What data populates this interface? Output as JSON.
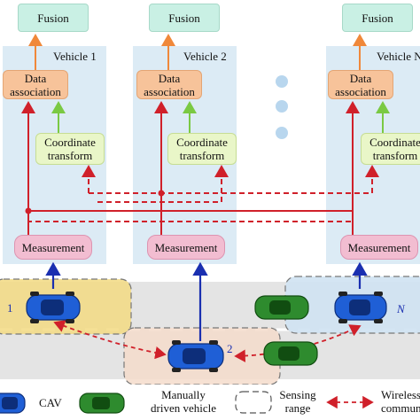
{
  "vehicles": [
    {
      "label": "Vehicle 1",
      "fusion": "Fusion",
      "association": "Data association",
      "transform": "Coordinate transform",
      "measurement": "Measurement"
    },
    {
      "label": "Vehicle 2",
      "fusion": "Fusion",
      "association": "Data association",
      "transform": "Coordinate transform",
      "measurement": "Measurement"
    },
    {
      "label": "Vehicle N",
      "fusion": "Fusion",
      "association": "Data association",
      "transform": "Coordinate transform",
      "measurement": "Measurement"
    }
  ],
  "road_labels": {
    "vehicle_1": "1",
    "vehicle_2": "2",
    "vehicle_n": "N"
  },
  "legend": {
    "cav": "CAV",
    "manual": "Manually driven vehicle",
    "sensing": "Sensing range",
    "wireless": "Wireless communication"
  },
  "colors": {
    "panel": "#dcebf5",
    "fusion": "#c9f0e4",
    "association": "#f7c39a",
    "transform": "#e9f6c8",
    "measurement": "#f2bdd1",
    "data_flow": "#d0202a",
    "fusion_arrow": "#f0883a",
    "transform_arrow": "#7ac943",
    "cav": "#1f5fd6",
    "manual": "#2e8b2e",
    "road": "#e4e4e4"
  }
}
